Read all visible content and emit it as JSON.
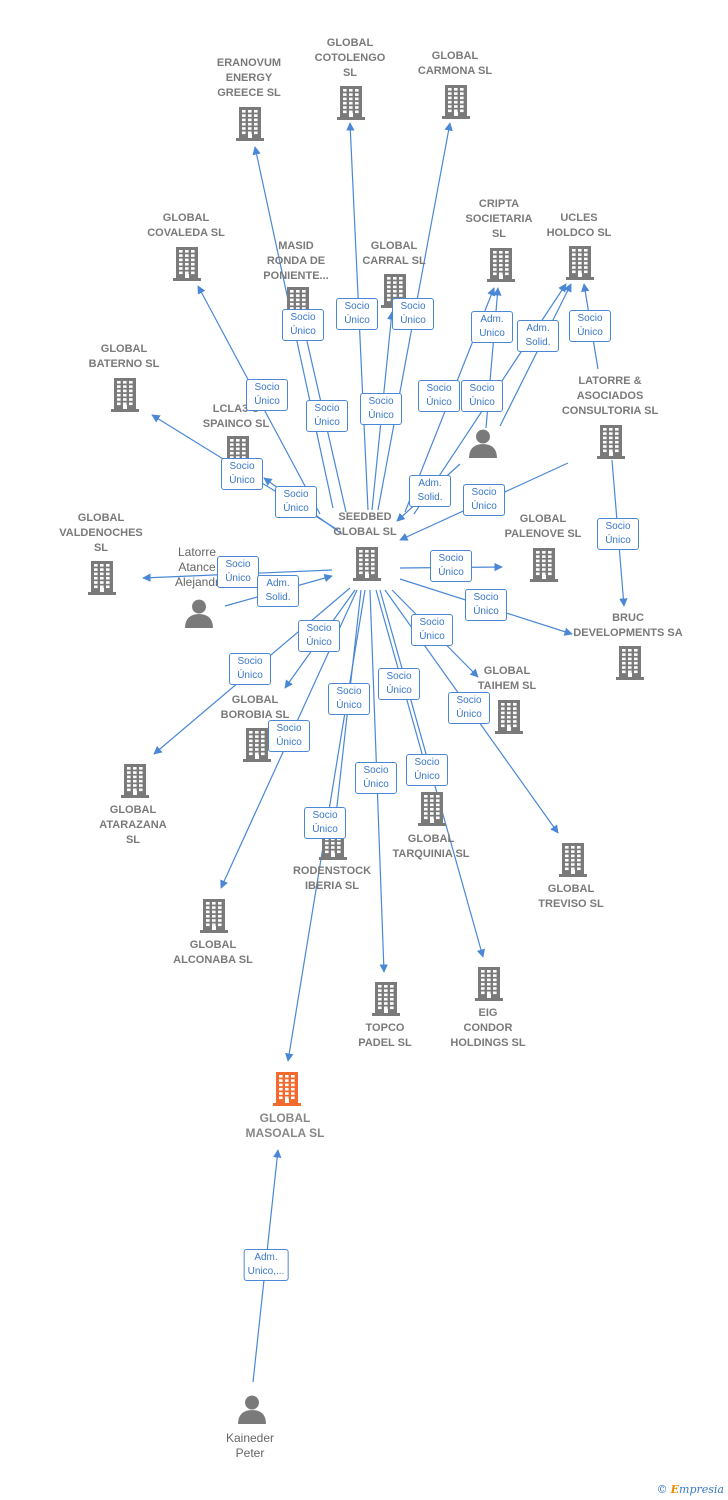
{
  "colors": {
    "edge": "#4a88d6",
    "company": "#7a7a7a",
    "focus_company": "#f26a2e",
    "person": "#7a7a7a"
  },
  "nodes": [
    {
      "id": "seedbed",
      "kind": "company",
      "label": "SEEDBED\nGLOBAL SL"
    },
    {
      "id": "eranovum",
      "kind": "company",
      "label": "ERANOVUM\nENERGY\nGREECE SL"
    },
    {
      "id": "cotolengo",
      "kind": "company",
      "label": "GLOBAL\nCOTOLENGO\nSL"
    },
    {
      "id": "carmona",
      "kind": "company",
      "label": "GLOBAL\nCARMONA SL"
    },
    {
      "id": "covaleda",
      "kind": "company",
      "label": "GLOBAL\nCOVALEDA SL"
    },
    {
      "id": "masid",
      "kind": "company",
      "label": "MASID\nRONDA DE\nPONIENTE..."
    },
    {
      "id": "carral",
      "kind": "company",
      "label": "GLOBAL\nCARRAL SL"
    },
    {
      "id": "cripta",
      "kind": "company",
      "label": "CRIPTA\nSOCIETARIA\nSL"
    },
    {
      "id": "ucles",
      "kind": "company",
      "label": "UCLES\nHOLDCO SL"
    },
    {
      "id": "baterno",
      "kind": "company",
      "label": "GLOBAL\nBATERNO SL"
    },
    {
      "id": "lcla3",
      "kind": "company",
      "label": "LCLA3 C\nSPAINCO SL"
    },
    {
      "id": "latorre_asoc",
      "kind": "company",
      "label": "LATORRE &\nASOCIADOS\nCONSULTORIA SL"
    },
    {
      "id": "person_mid",
      "kind": "person",
      "label": ""
    },
    {
      "id": "valdenoches",
      "kind": "company",
      "label": "GLOBAL\nVALDENOCHES\nSL"
    },
    {
      "id": "latorre_atance",
      "kind": "person",
      "label": "Latorre\nAtance\nAlejandr"
    },
    {
      "id": "palenove",
      "kind": "company",
      "label": "GLOBAL\nPALENOVE SL"
    },
    {
      "id": "bruc",
      "kind": "company",
      "label": "BRUC\nDEVELOPMENTS SA"
    },
    {
      "id": "taihem",
      "kind": "company",
      "label": "GLOBAL\nTAIHEM SL"
    },
    {
      "id": "borobia",
      "kind": "company",
      "label": "GLOBAL\nBOROBIA SL"
    },
    {
      "id": "atarazana",
      "kind": "company",
      "label": "GLOBAL\nATARAZANA\nSL"
    },
    {
      "id": "tarquinia",
      "kind": "company",
      "label": "GLOBAL\nTARQUINIA SL"
    },
    {
      "id": "rodenstock",
      "kind": "company",
      "label": "RODENSTOCK\nIBERIA SL"
    },
    {
      "id": "treviso",
      "kind": "company",
      "label": "GLOBAL\nTREVISO SL"
    },
    {
      "id": "alconaba",
      "kind": "company",
      "label": "GLOBAL\nALCONABA SL"
    },
    {
      "id": "topco",
      "kind": "company",
      "label": "TOPCO\nPADEL SL"
    },
    {
      "id": "eig",
      "kind": "company",
      "label": "EIG\nCONDOR\nHOLDINGS SL"
    },
    {
      "id": "masoala",
      "kind": "focus",
      "label": "GLOBAL\nMASOALA SL"
    },
    {
      "id": "kaineder",
      "kind": "person",
      "label": "Kaineder\nPeter"
    }
  ],
  "edges": [
    {
      "from": "seedbed",
      "to": "eranovum",
      "label": "Socio\nÚnico"
    },
    {
      "from": "seedbed",
      "to": "cotolengo",
      "label": "Socio\nÚnico"
    },
    {
      "from": "seedbed",
      "to": "carmona",
      "label": "Socio\nÚnico"
    },
    {
      "from": "seedbed",
      "to": "covaleda",
      "label": "Socio\nÚnico"
    },
    {
      "from": "seedbed",
      "to": "masid",
      "label": "Socio\nÚnico"
    },
    {
      "from": "seedbed",
      "to": "carral",
      "label": "Socio\nÚnico"
    },
    {
      "from": "seedbed",
      "to": "cripta",
      "label": "Socio\nÚnico"
    },
    {
      "from": "person_mid",
      "to": "cripta",
      "label": "Adm.\nUnico"
    },
    {
      "from": "person_mid",
      "to": "ucles",
      "label": "Adm.\nSolid."
    },
    {
      "from": "latorre_asoc",
      "to": "ucles",
      "label": "Socio\nÚnico"
    },
    {
      "from": "seedbed",
      "to": "ucles",
      "label": "Socio\nÚnico"
    },
    {
      "from": "seedbed",
      "to": "baterno",
      "label": "Socio\nÚnico"
    },
    {
      "from": "seedbed",
      "to": "lcla3",
      "label": "Socio\nÚnico"
    },
    {
      "from": "person_mid",
      "to": "seedbed",
      "label": "Adm.\nSolid."
    },
    {
      "from": "latorre_asoc",
      "to": "seedbed",
      "label": "Socio\nÚnico"
    },
    {
      "from": "latorre_asoc",
      "to": "bruc",
      "label": "Socio\nÚnico"
    },
    {
      "from": "latorre_atance",
      "to": "valdenoches",
      "label": "Socio\nÚnico"
    },
    {
      "from": "latorre_atance",
      "to": "seedbed",
      "label": "Adm.\nSolid."
    },
    {
      "from": "seedbed",
      "to": "palenove",
      "label": "Socio\nÚnico"
    },
    {
      "from": "seedbed",
      "to": "bruc",
      "label": "Socio\nÚnico"
    },
    {
      "from": "seedbed",
      "to": "taihem",
      "label": "Socio\nÚnico"
    },
    {
      "from": "seedbed",
      "to": "borobia",
      "label": "Socio\nÚnico"
    },
    {
      "from": "seedbed",
      "to": "atarazana",
      "label": "Socio\nÚnico"
    },
    {
      "from": "seedbed",
      "to": "tarquinia",
      "label": "Socio\nÚnico"
    },
    {
      "from": "seedbed",
      "to": "rodenstock",
      "label": "Socio\nÚnico"
    },
    {
      "from": "seedbed",
      "to": "treviso",
      "label": "Socio\nÚnico"
    },
    {
      "from": "seedbed",
      "to": "alconaba",
      "label": "Socio\nÚnico"
    },
    {
      "from": "seedbed",
      "to": "topco",
      "label": "Socio\nÚnico"
    },
    {
      "from": "seedbed",
      "to": "eig",
      "label": "Socio\nÚnico"
    },
    {
      "from": "seedbed",
      "to": "masoala",
      "label": "Socio\nÚnico"
    },
    {
      "from": "kaineder",
      "to": "masoala",
      "label": "Adm.\nUnico,..."
    }
  ],
  "watermark": {
    "symbol": "©",
    "brand_initial": "E",
    "brand_rest": "mpresia"
  }
}
